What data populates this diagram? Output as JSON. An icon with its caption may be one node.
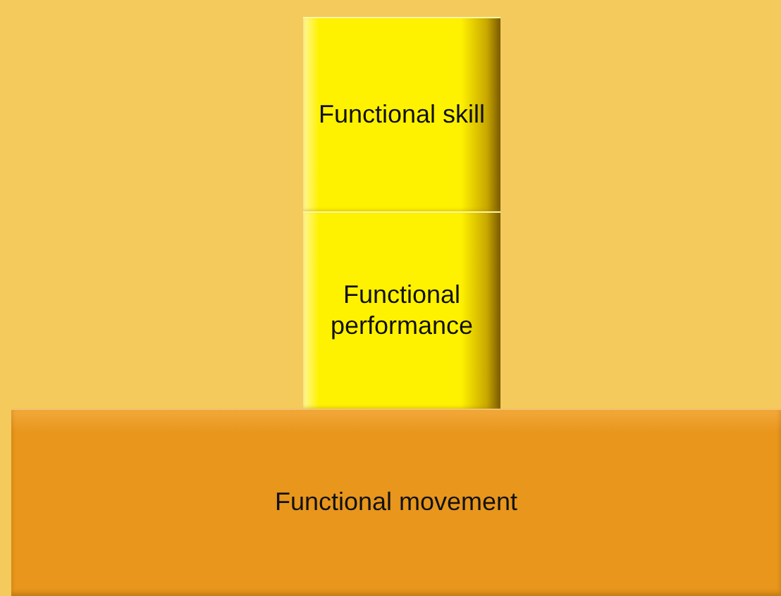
{
  "diagram": {
    "nodes": [
      {
        "text": [
          "Functional skill"
        ]
      },
      {
        "text": [
          "Functional performance"
        ]
      },
      {
        "text": [
          "Functional movement"
        ]
      }
    ]
  }
}
